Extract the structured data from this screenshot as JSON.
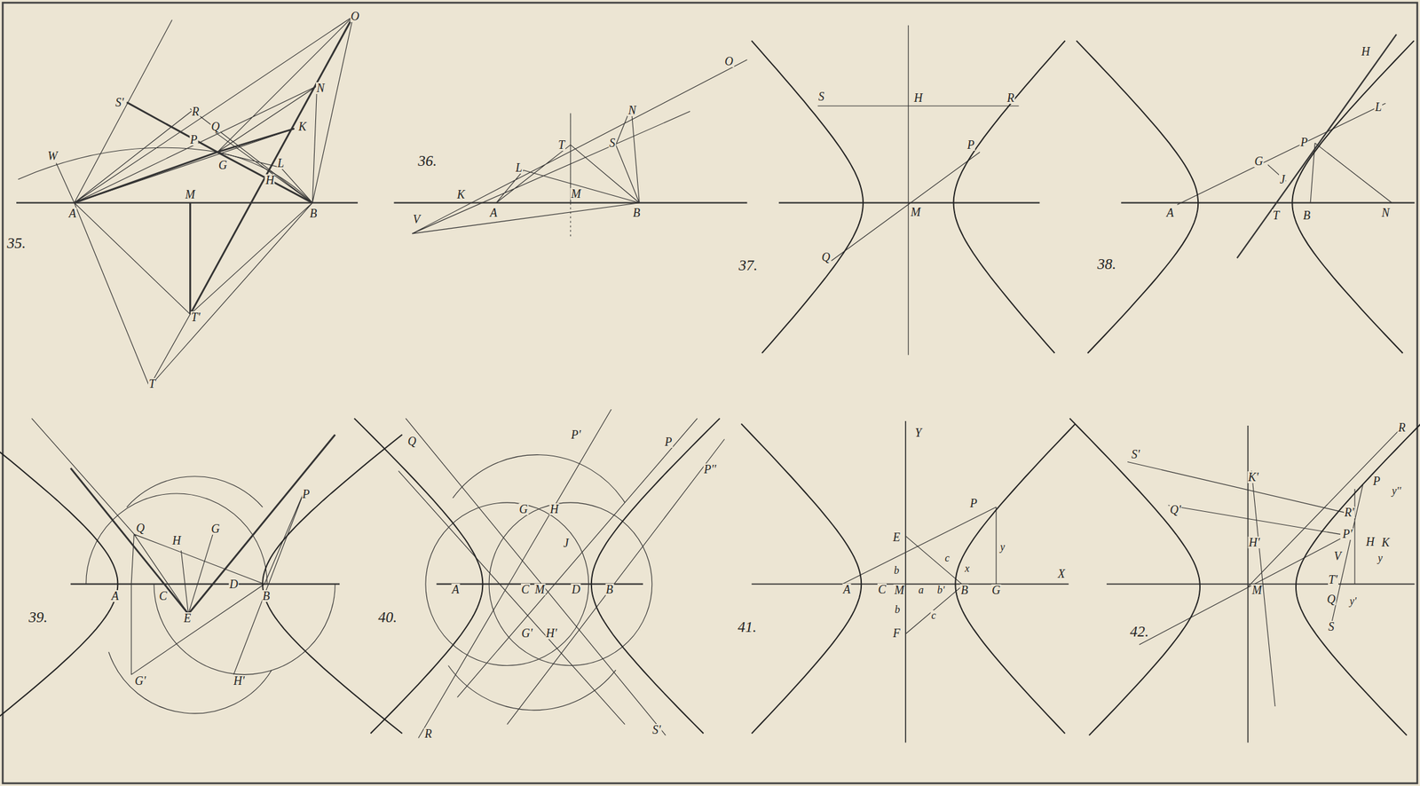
{
  "diagram": {
    "labels": [
      "O",
      "N",
      "S'",
      "R",
      "Q",
      "K",
      "P",
      "W",
      "G",
      "L",
      "H",
      "M",
      "A",
      "B",
      "35.",
      "T'",
      "T",
      "O",
      "N",
      "T",
      "S",
      "36.",
      "L",
      "K",
      "M",
      "A",
      "B",
      "V",
      "S",
      "H",
      "R",
      "P",
      "M",
      "Q",
      "37.",
      "H",
      "L",
      "P",
      "G",
      "J",
      "A",
      "T",
      "B",
      "N",
      "38.",
      "P",
      "Q",
      "G",
      "H",
      "A",
      "C",
      "D",
      "B",
      "E",
      "39.",
      "G'",
      "H'",
      "Q",
      "P'",
      "P",
      "P''",
      "G",
      "H",
      "J",
      "A",
      "C",
      "M",
      "D",
      "B",
      "40.",
      "G'",
      "H'",
      "R",
      "S'",
      "Y",
      "P",
      "E",
      "c",
      "y",
      "x",
      "X",
      "b",
      "A",
      "C",
      "M",
      "a",
      "b'",
      "B",
      "G",
      "b",
      "c",
      "F",
      "41.",
      "R",
      "S'",
      "K'",
      "P",
      "y''",
      "Q'",
      "R'",
      "P'",
      "H'",
      "H",
      "K",
      "V",
      "y",
      "T'",
      "M",
      "Q",
      "y'",
      "S",
      "42."
    ]
  }
}
